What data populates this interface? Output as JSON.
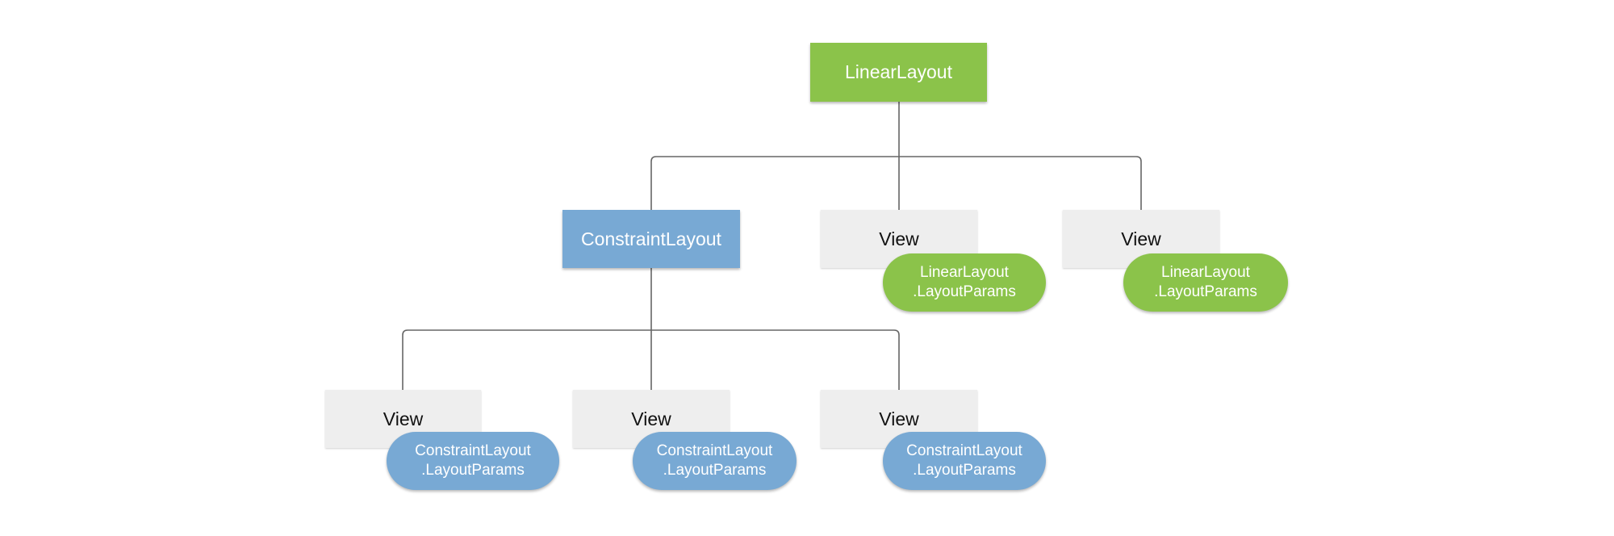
{
  "colors": {
    "green": "#8bc34a",
    "blue": "#78a9d4",
    "gray": "#eeeeee",
    "line": "#666666"
  },
  "nodes": {
    "root": "LinearLayout",
    "constraint": "ConstraintLayout",
    "view_a": "View",
    "view_b": "View",
    "view_c": "View",
    "view_d": "View",
    "view_e": "View"
  },
  "params": {
    "linear_1": {
      "line1": "LinearLayout",
      "line2": ".LayoutParams"
    },
    "linear_2": {
      "line1": "LinearLayout",
      "line2": ".LayoutParams"
    },
    "constraint_1": {
      "line1": "ConstraintLayout",
      "line2": ".LayoutParams"
    },
    "constraint_2": {
      "line1": "ConstraintLayout",
      "line2": ".LayoutParams"
    },
    "constraint_3": {
      "line1": "ConstraintLayout",
      "line2": ".LayoutParams"
    }
  }
}
